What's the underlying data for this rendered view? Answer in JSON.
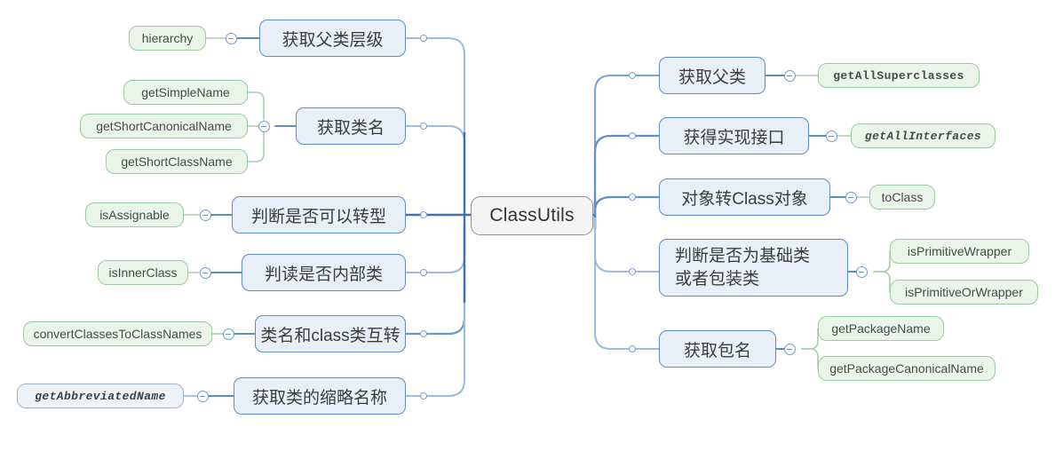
{
  "diagram": {
    "type": "mind-map",
    "root": {
      "label": "ClassUtils"
    },
    "colors": {
      "root_fill": "#f4f4f4",
      "root_border": "#8e8e8e",
      "topic_fill": "#e9eff9",
      "topic_border": "#5b8cc6",
      "leaf_fill": "#eaf5ea",
      "leaf_border": "#9ccaa2",
      "alt_leaf_fill": "#eef3f8",
      "alt_leaf_border": "#9bb4cf",
      "wire": "#4a7cb5",
      "wire_light": "#9dbce0",
      "leaf_wire": "#a8cfae"
    },
    "left_branches": [
      {
        "label": "获取父类层级",
        "children": [
          {
            "label": "hierarchy",
            "style": "sans"
          }
        ]
      },
      {
        "label": "获取类名",
        "children": [
          {
            "label": "getSimpleName",
            "style": "sans"
          },
          {
            "label": "getShortCanonicalName",
            "style": "sans"
          },
          {
            "label": "getShortClassName",
            "style": "sans"
          }
        ]
      },
      {
        "label": "判断是否可以转型",
        "children": [
          {
            "label": "isAssignable",
            "style": "sans"
          }
        ]
      },
      {
        "label": "判读是否内部类",
        "children": [
          {
            "label": "isInnerClass",
            "style": "sans"
          }
        ]
      },
      {
        "label": "类名和class类互转",
        "children": [
          {
            "label": "convertClassesToClassNames",
            "style": "sans"
          }
        ]
      },
      {
        "label": "获取类的缩略名称",
        "children": [
          {
            "label": "getAbbreviatedName",
            "style": "mono-italic-paleblue"
          }
        ]
      }
    ],
    "right_branches": [
      {
        "label": "获取父类",
        "children": [
          {
            "label": "getAllSuperclasses",
            "style": "mono"
          }
        ]
      },
      {
        "label": "获得实现接口",
        "children": [
          {
            "label": "getAllInterfaces",
            "style": "mono-italic"
          }
        ]
      },
      {
        "label": "对象转Class对象",
        "children": [
          {
            "label": "toClass",
            "style": "sans"
          }
        ]
      },
      {
        "label": "判断是否为基础类\n或者包装类",
        "children": [
          {
            "label": "isPrimitiveWrapper",
            "style": "sans"
          },
          {
            "label": "isPrimitiveOrWrapper",
            "style": "sans"
          }
        ]
      },
      {
        "label": "获取包名",
        "children": [
          {
            "label": "getPackageName",
            "style": "sans"
          },
          {
            "label": "getPackageCanonicalName",
            "style": "sans"
          }
        ]
      }
    ],
    "toggles": {
      "icon": "minus-circle-icon",
      "count": 11
    }
  }
}
